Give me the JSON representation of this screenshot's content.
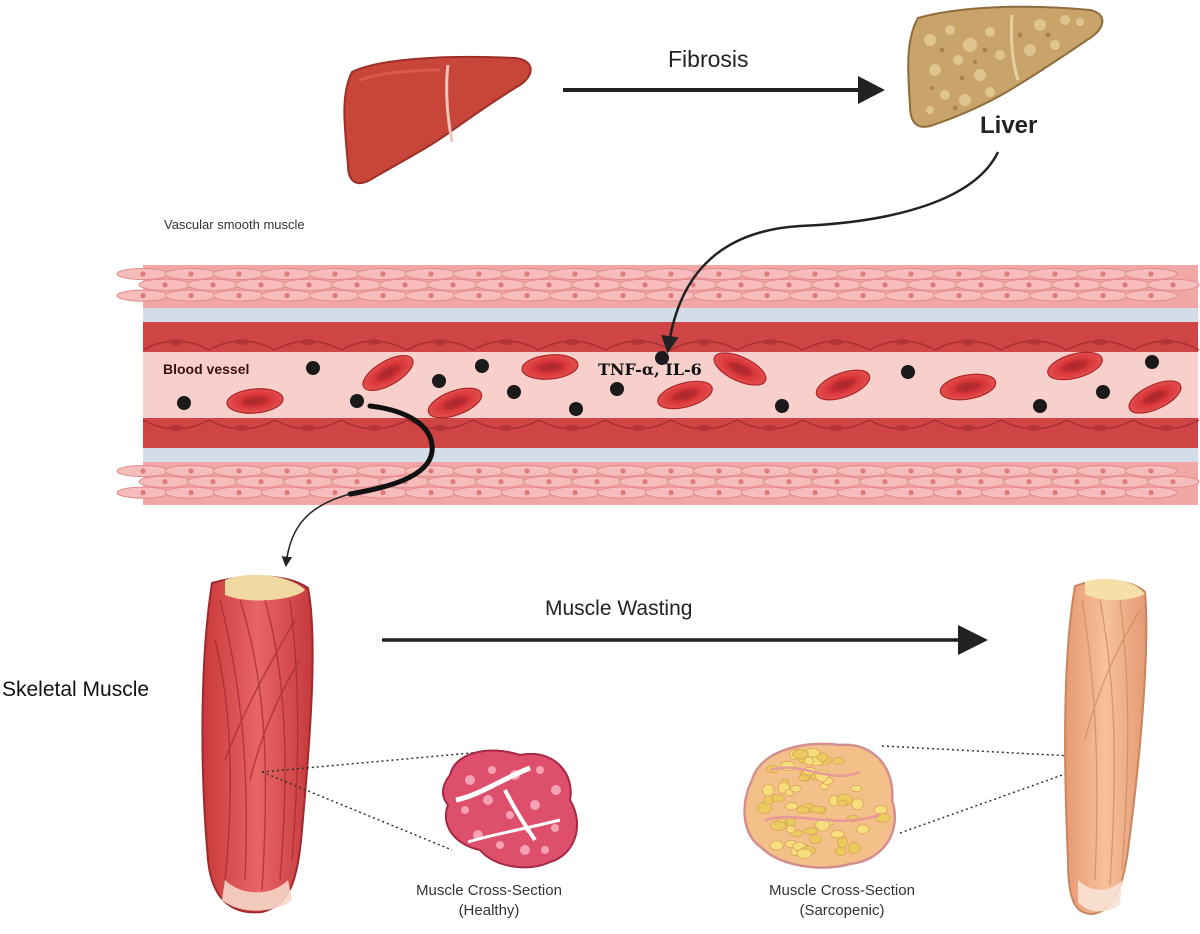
{
  "labels": {
    "fibrosis": "Fibrosis",
    "liver": "Liver",
    "vascular_smooth_muscle": "Vascular smooth muscle",
    "blood_vessel": "Blood vessel",
    "cytokines": "TNF-α, IL-6",
    "muscle_wasting": "Muscle Wasting",
    "skeletal_muscle": "Skeletal Muscle",
    "healthy_caption_line1": "Muscle Cross-Section",
    "healthy_caption_line2": "(Healthy)",
    "sarcopenic_caption_line1": "Muscle Cross-Section",
    "sarcopenic_caption_line2": "(Sarcopenic)"
  },
  "colors": {
    "healthy_liver": "#c8453a",
    "fibrotic_liver": "#c9a46a",
    "vessel_lumen": "#f7d0cc",
    "vessel_wall": "#cf4545",
    "smooth_muscle": "#f2a7a7",
    "red_blood_cell": "#d9363a",
    "cytokine_dot": "#1a1a1a",
    "healthy_muscle": "#d8494a",
    "sarcopenic_muscle": "#f0b48c",
    "arrow": "#222222"
  }
}
